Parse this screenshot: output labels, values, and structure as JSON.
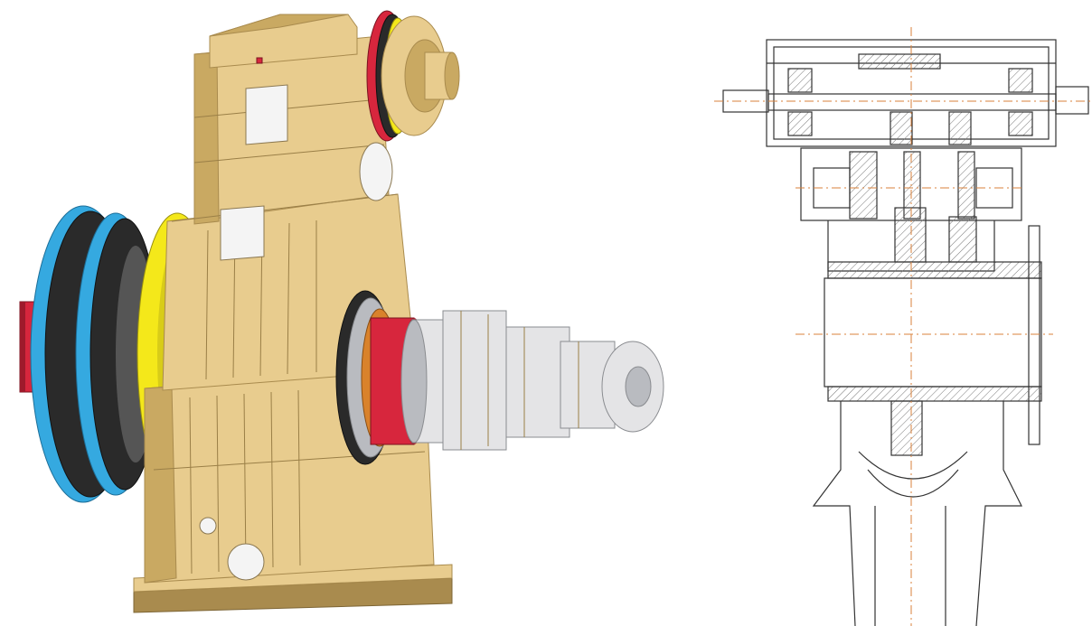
{
  "figure": {
    "panels": [
      {
        "id": "render",
        "depicts": "gearbox-3d-render"
      },
      {
        "id": "section",
        "depicts": "gearbox-cross-section-drawing"
      }
    ],
    "colors": {
      "housing": "#E8CC8E",
      "housing_shade": "#C9A962",
      "housing_dark": "#A98B4E",
      "steel": "#E4E4E6",
      "steel_shade": "#B9BBC0",
      "red": "#D7263D",
      "yellow": "#F4E81A",
      "cyan": "#35A9E0",
      "black": "#2A2A2A",
      "orange": "#D9822B",
      "line": "#333333",
      "hatch": "#777777",
      "centerline": "#D9823B"
    }
  }
}
